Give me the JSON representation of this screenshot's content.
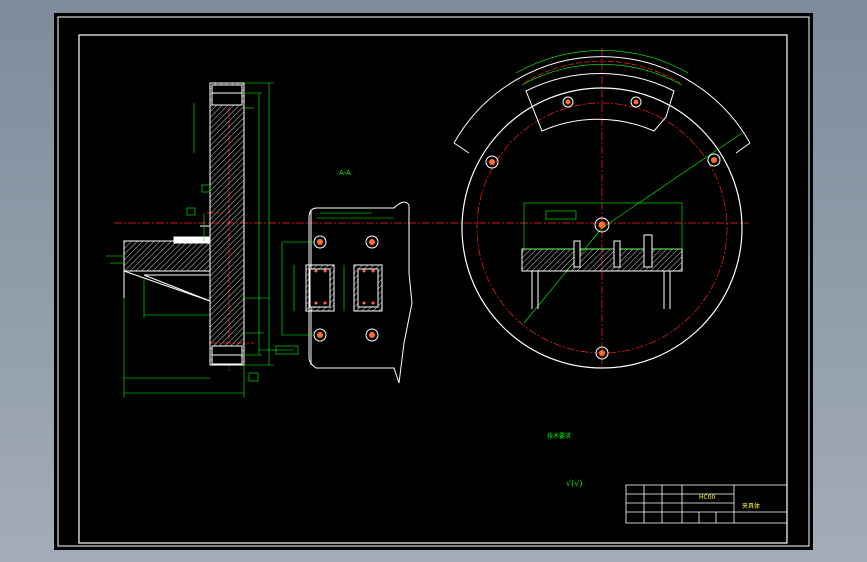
{
  "drawing": {
    "title_block": {
      "part_no": "HC00",
      "name": "夹具体"
    },
    "surface_finish": "√(√)",
    "tech_notes_title": "技术要求",
    "view_label": "A-A",
    "colors": {
      "background": "#000000",
      "frame": "#ffffff",
      "dimension": "#00ff00",
      "center_line": "#ff0000",
      "part": "#ffffff",
      "hatch": "#ffffff",
      "title_text": "#ffff00",
      "outer_ui": "#8e9aa8"
    }
  }
}
